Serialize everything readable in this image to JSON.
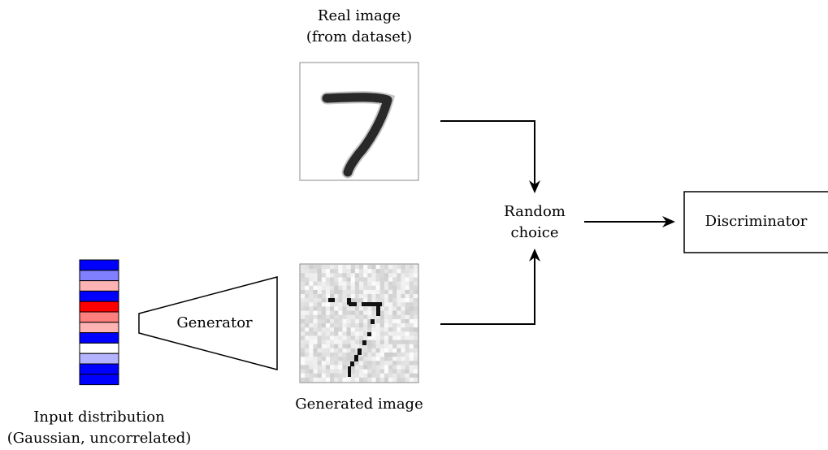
{
  "labels": {
    "real_image_line1": "Real image",
    "real_image_line2": "(from dataset)",
    "generated_image": "Generated image",
    "input_line1": "Input distribution",
    "input_line2": "(Gaussian, uncorrelated)",
    "generator": "Generator",
    "random_choice_line1": "Random",
    "random_choice_line2": "choice",
    "discriminator": "Discriminator"
  },
  "input_vector": {
    "cell_colors": [
      "#0000ff",
      "#7f7fff",
      "#ffb3b3",
      "#0000ff",
      "#ff0000",
      "#ff7f7f",
      "#ffb3b3",
      "#0000ff",
      "#ffffff",
      "#b3b3ff",
      "#0000ff",
      "#0000ff"
    ]
  }
}
